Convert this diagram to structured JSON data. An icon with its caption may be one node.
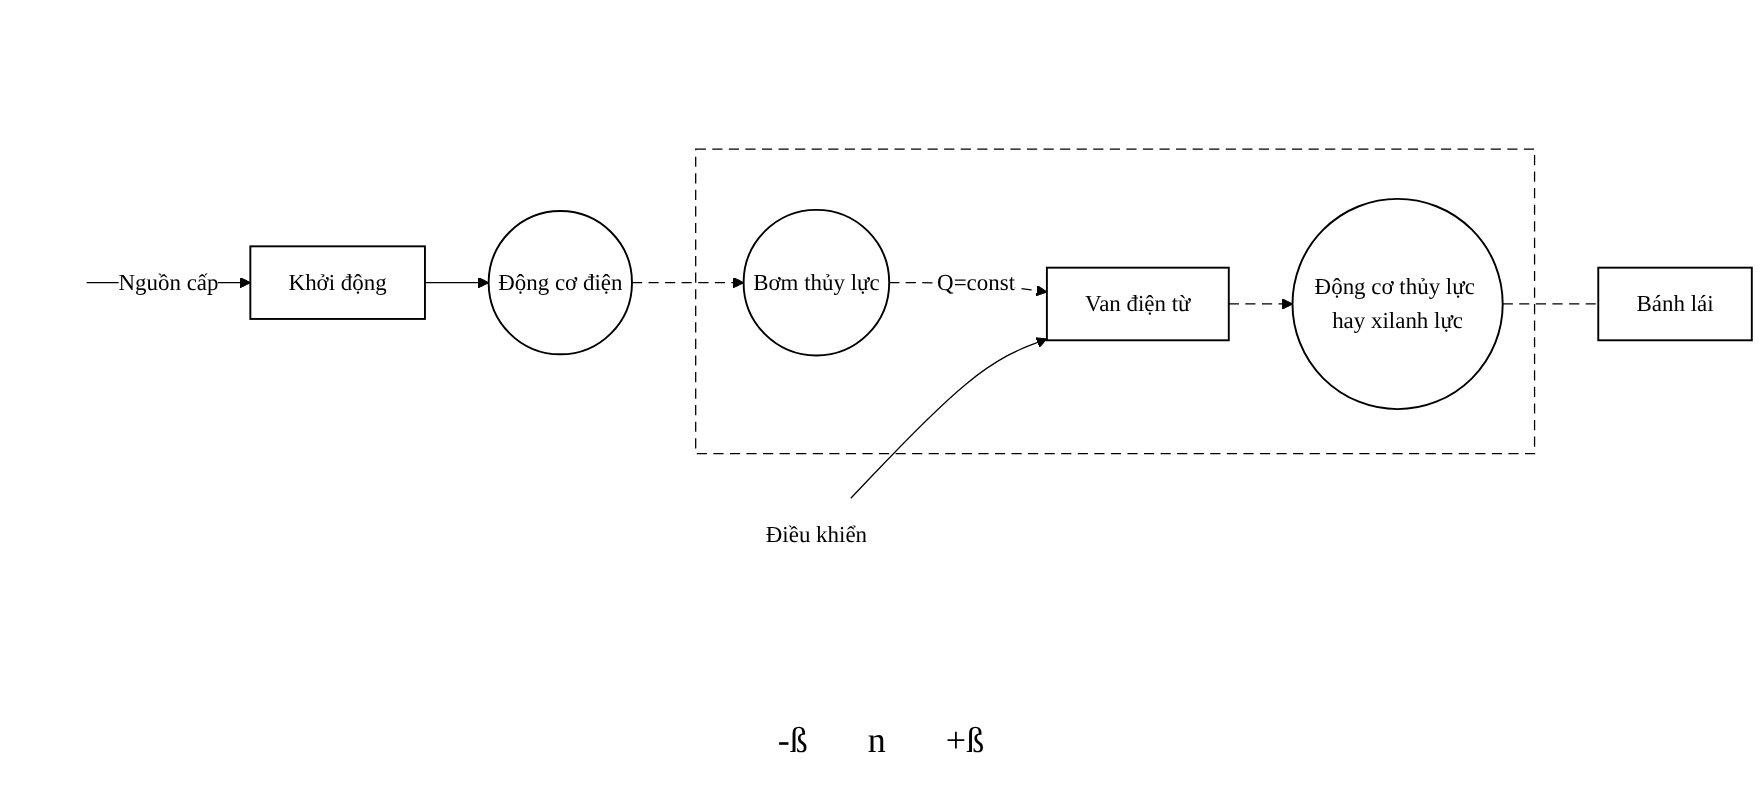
{
  "diagram": {
    "nodes": [
      {
        "text": [
          "Khởi động"
        ]
      },
      {
        "text": [
          "Động cơ điện"
        ]
      },
      {
        "text": [],
        "shape": "box"
      },
      {
        "text": [
          "Bơm thủy lực"
        ],
        "in": 2
      },
      {
        "text": [
          "Điều khiển"
        ]
      },
      {
        "text": [
          "Van điện từ"
        ],
        "in": 2
      },
      {
        "text": [
          "Động cơ thủy lực hay xilanh lực"
        ],
        "in": 2
      },
      {
        "text": [
          "Bánh lái"
        ]
      }
    ],
    "edges": [
      {
        "from": null,
        "to": 0,
        "arrow": "to",
        "label": "Nguồn cấp"
      },
      {
        "from": 0,
        "to": 1,
        "arrow": "to"
      },
      {
        "from": 1,
        "to": 3,
        "arrow": "to",
        "style": "dashed"
      },
      {
        "from": 3,
        "to": 5,
        "arrow": "to",
        "style": "dashed",
        "label": "Q=const"
      },
      {
        "from": 4,
        "to": 5,
        "arrow": "to"
      },
      {
        "from": 5,
        "to": 6,
        "arrow": "to",
        "style": "dashed"
      },
      {
        "from": 6,
        "to": 7,
        "arrow": "none",
        "style": "dashed"
      }
    ],
    "labels": [
      "-ß",
      "n",
      "+ß"
    ]
  }
}
